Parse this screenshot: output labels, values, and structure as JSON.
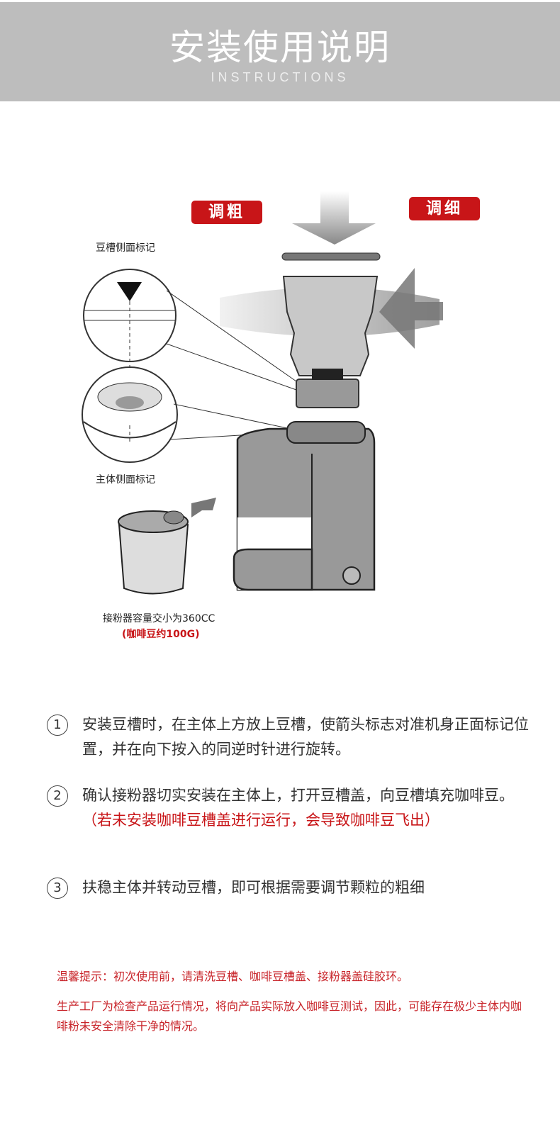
{
  "header": {
    "title": "安装使用说明",
    "subtitle": "INSTRUCTIONS"
  },
  "diagram": {
    "coarse_label": "调粗",
    "fine_label": "调细",
    "hopper_mark_label": "豆槽侧面标记",
    "body_mark_label": "主体侧面标记",
    "container_capacity": "接粉器容量交小为360CC",
    "container_beans": "(咖啡豆约100G)"
  },
  "steps": [
    {
      "number": "1",
      "text": "安装豆槽时，在主体上方放上豆槽，使箭头标志对准机身正面标记位置，并在向下按入的同逆时针进行旋转。"
    },
    {
      "number": "2",
      "text": "确认接粉器切实安装在主体上，打开豆槽盖，向豆槽填充咖啡豆。",
      "warning": "（若未安装咖啡豆槽盖进行运行，会导致咖啡豆飞出）"
    },
    {
      "number": "3",
      "text": "扶稳主体并转动豆槽，即可根据需要调节颗粒的粗细"
    }
  ],
  "tips": [
    "温馨提示：初次使用前，请清洗豆槽、咖啡豆槽盖、接粉器盖硅胶环。",
    "生产工厂为检查产品运行情况，将向产品实际放入咖啡豆测试，因此，可能存在极少主体内咖啡粉未安全清除干净的情况。"
  ],
  "colors": {
    "accent": "#c81518",
    "header_bg": "#bdbdbd"
  }
}
